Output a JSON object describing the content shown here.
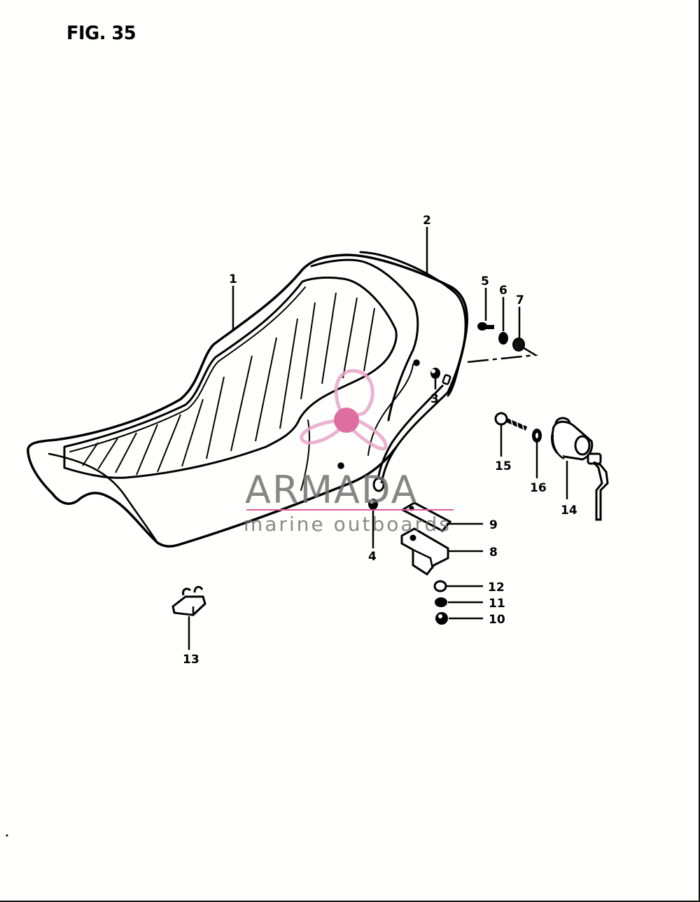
{
  "figure": {
    "title": "FIG. 35"
  },
  "callouts": [
    {
      "id": "1",
      "label": "1"
    },
    {
      "id": "2",
      "label": "2"
    },
    {
      "id": "3",
      "label": "3"
    },
    {
      "id": "4",
      "label": "4"
    },
    {
      "id": "5",
      "label": "5"
    },
    {
      "id": "6",
      "label": "6"
    },
    {
      "id": "7",
      "label": "7"
    },
    {
      "id": "8",
      "label": "8"
    },
    {
      "id": "9",
      "label": "9"
    },
    {
      "id": "10",
      "label": "10"
    },
    {
      "id": "11",
      "label": "11"
    },
    {
      "id": "12",
      "label": "12"
    },
    {
      "id": "13",
      "label": "13"
    },
    {
      "id": "14",
      "label": "14"
    },
    {
      "id": "15",
      "label": "15"
    },
    {
      "id": "16",
      "label": "16"
    }
  ],
  "watermark": {
    "brand": "ARMADA",
    "tagline": "marine outboards",
    "colors": {
      "logo": "#e8a6c8",
      "logo_center": "#d9558f",
      "text": "#6c6c6c",
      "rule": "#e05a9a"
    }
  },
  "colors": {
    "line": "#000000",
    "background": "#fffffe"
  }
}
